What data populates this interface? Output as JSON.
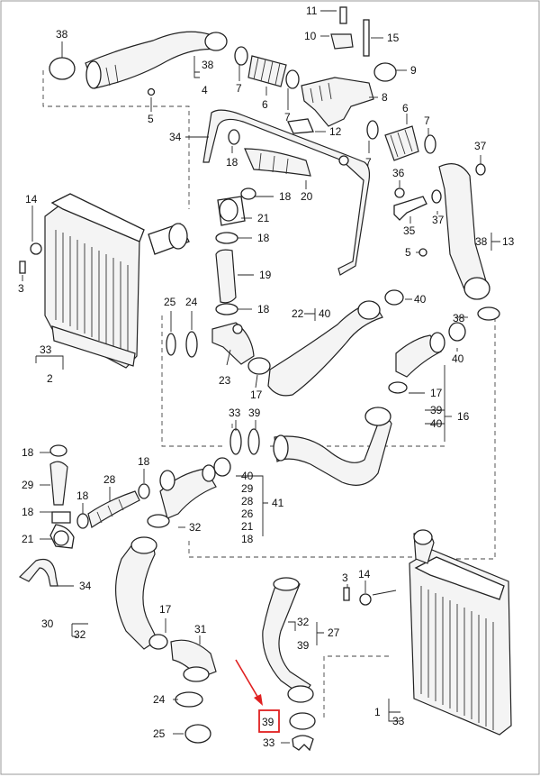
{
  "labels": {
    "l38a": "38",
    "l11": "11",
    "l10": "10",
    "l15": "15",
    "l9": "9",
    "l38b": "38",
    "l4": "4",
    "l7a": "7",
    "l6a": "6",
    "l8": "8",
    "l7b": "7",
    "l5a": "5",
    "l34a": "34",
    "l12": "12",
    "l6b": "6",
    "l7c": "7",
    "l7d": "7",
    "l18a": "18",
    "l20": "20",
    "l18b": "18",
    "l21a": "21",
    "l18c": "18",
    "l19": "19",
    "l18d": "18",
    "l14a": "14",
    "l3a": "3",
    "l33a": "33",
    "l2": "2",
    "l25a": "25",
    "l24a": "24",
    "l23": "23",
    "l17a": "17",
    "l36": "36",
    "l37a": "37",
    "l37b": "37",
    "l35": "35",
    "l38c": "38",
    "l13": "13",
    "l5b": "5",
    "l22": "22",
    "l40a": "40",
    "l40b": "40",
    "l38d": "38",
    "l40c": "40",
    "l17b": "17",
    "l39a": "39",
    "l40d": "40",
    "l16": "16",
    "l33b": "33",
    "l39b": "39",
    "l18e": "18",
    "l29a": "29",
    "l28a": "28",
    "l18f": "18",
    "l18g": "18",
    "l40e": "40",
    "l29b": "29",
    "l28b": "28",
    "l26": "26",
    "l21b": "21",
    "l18h": "18",
    "l41": "41",
    "l18i": "18",
    "l21c": "21",
    "l32a": "32",
    "l34b": "34",
    "l30": "30",
    "l32b": "32",
    "l17c": "17",
    "l31": "31",
    "l24b": "24",
    "l25b": "25",
    "l3b": "3",
    "l14b": "14",
    "l32c": "32",
    "l27": "27",
    "l39c": "39",
    "l39d": "39",
    "l33c": "33",
    "l1": "1",
    "l33d": "33"
  },
  "colors": {
    "line": "#222222",
    "highlight": "#e02020",
    "background": "#ffffff"
  },
  "highlight": {
    "label": "39"
  }
}
